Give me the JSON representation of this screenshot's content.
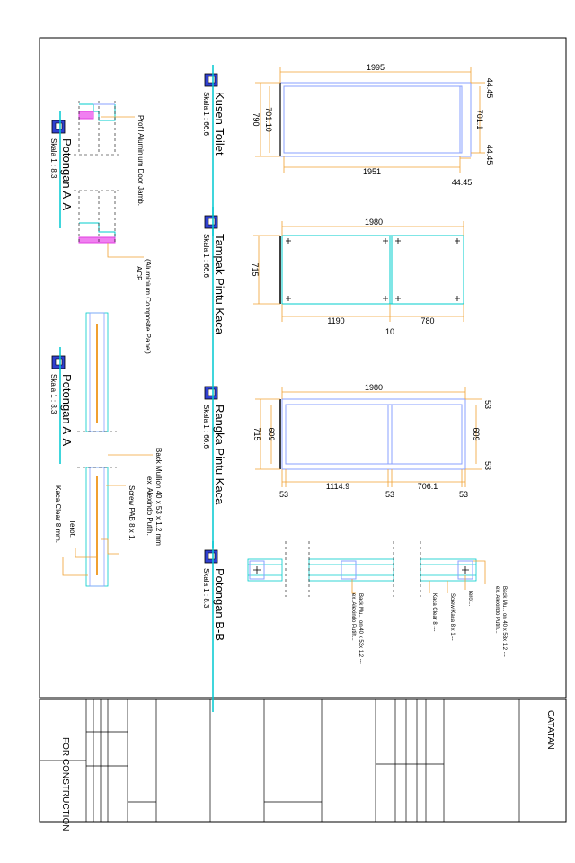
{
  "colors": {
    "frame": "#000000",
    "dim": "#f0a030",
    "cyan": "#00cccc",
    "blue": "#8aa0ff",
    "pink": "#e040e0",
    "gray": "#999999",
    "titleline": "#00c8d0"
  },
  "views": {
    "kusen": {
      "title": "Kusen Toilet",
      "scale": "Skala 1 : 66.6",
      "dims": {
        "top": "1995",
        "bottom": "1951",
        "left_outer": "790",
        "left_inner": "701.10",
        "right_inner": "701.1",
        "right_top": "44.45",
        "right_bottom": "44.45",
        "bottom_right": "44.45"
      }
    },
    "tampak": {
      "title": "Tampak Pintu Kaca",
      "scale": "Skala 1 : 66.6",
      "dims": {
        "top": "1980",
        "left": "715",
        "bottom_left": "1190",
        "bottom_right": "780",
        "gap": "10"
      }
    },
    "rangka": {
      "title": "Rangka Pintu Kaca",
      "scale": "Skala 1 : 66.6",
      "dims": {
        "top": "1980",
        "left_outer": "715",
        "left_inner": "609",
        "right_inner": "609",
        "right_top": "53",
        "right_bottom": "53",
        "b1": "53",
        "b2": "1114.9",
        "b3": "53",
        "b4": "706.1",
        "b5": "53"
      }
    },
    "potongan_bb": {
      "title": "Potongan B-B",
      "scale": "Skala 1 : 8.3",
      "notes": {
        "n1": "Back Mu... on 40 x 53x 1.2 ---",
        "n2": "ex. Alexindo Putih...",
        "n3": "Kaca Clear 8 ---",
        "n4": "Screw Kaca 8 x 1---",
        "n5": "Terot...",
        "n6": "Back Mu... on 40 x 53x 1.2 ---",
        "n7": "ex. Alexindo Putih..."
      }
    },
    "potongan_aa_top": {
      "title": "Potongan A-A",
      "scale": "Skala 1 : 8.3",
      "notes": {
        "n1": "Profil Aluminium Door Jamb.",
        "n2": "(Aluminium Composite Panel)",
        "n3": "ACP"
      }
    },
    "potongan_aa_bottom": {
      "title": "Potongan A-A",
      "scale": "Skala 1 : 8.3",
      "notes": {
        "n1": "Back Mullion 40 x 53 x 1.2 mm",
        "n2": "ex. Alexindo Putih.",
        "n3": "Screw PAB 8 x 1.",
        "n4": "Terot.",
        "n5": "Kaca Clear 8 mm."
      }
    }
  },
  "titleblock": {
    "catatan": "CATATAN",
    "for_construction": "FOR CONSTRUCTION",
    "small": [
      "...",
      "..."
    ]
  }
}
